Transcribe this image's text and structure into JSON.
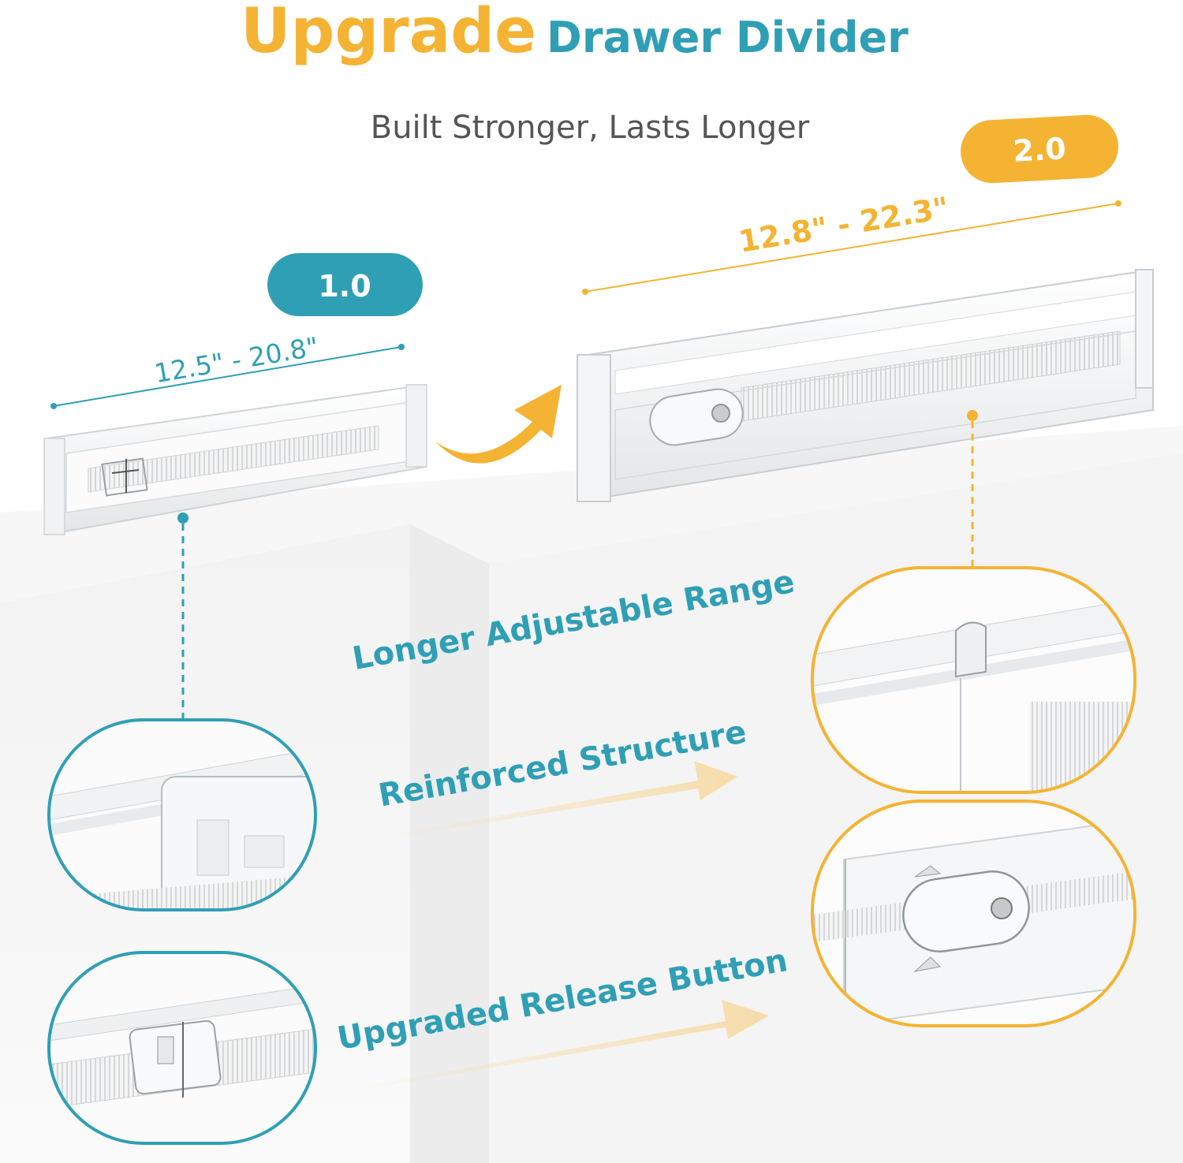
{
  "header": {
    "title_highlight": "Upgrade",
    "title_rest": "Drawer Divider",
    "subtitle": "Built Stronger, Lasts Longer"
  },
  "versions": {
    "old": {
      "badge": "1.0",
      "range": "12.5\" - 20.8\""
    },
    "new": {
      "badge": "2.0",
      "range": "12.8\" - 22.3\""
    }
  },
  "features": {
    "range": "Longer Adjustable Range",
    "structure": "Reinforced Structure",
    "button": "Upgraded Release Button"
  },
  "colors": {
    "orange": "#f5b333",
    "teal": "#2f9fb5",
    "gray_text": "#555555"
  }
}
